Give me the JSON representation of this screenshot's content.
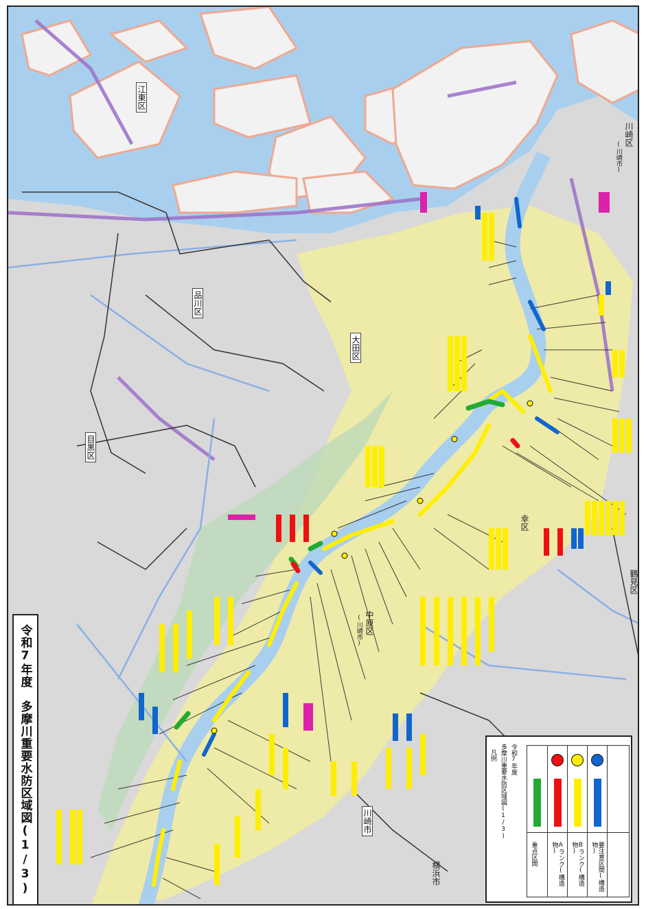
{
  "title": "令和7年度　多摩川重要水防区域図(1/3)",
  "ward_labels": {
    "koto": "江東区",
    "shinagawa": "品川区",
    "ota": "大田区",
    "meguro": "目黒区",
    "kawasaki_ward": "川崎区",
    "kawasaki_city_note": "(川崎市)",
    "saiwai": "幸区",
    "nakahara": "中原区",
    "takatsu_note": "(川崎市)",
    "kawasaki_city": "川崎市",
    "yokohama_city": "横浜市",
    "tsurumi": "鶴見区"
  },
  "legend": {
    "heading_line1": "令和7年度",
    "heading_line2": "多摩川重要水防区域図(1/3)",
    "heading_line3": "凡例",
    "rows": [
      {
        "label": "重点区間",
        "sub": "",
        "color": "#22aa33",
        "dot": false
      },
      {
        "label": "Aランク",
        "sub": "(構造物)",
        "color": "#ee1111",
        "dot": true
      },
      {
        "label": "Bランク",
        "sub": "(構造物)",
        "color": "#ffee00",
        "dot": true
      },
      {
        "label": "要注意区間",
        "sub": "(構造物)",
        "color": "#1166cc",
        "dot": true
      }
    ]
  },
  "colors": {
    "water": "#a9cfee",
    "reclaimed_land": "#f2f2f2",
    "land": "#d9d9d9",
    "coast_outline": "#f0a890",
    "flood_zone": "#f1ec9f",
    "green_zone": "#bcd9b8",
    "rail_purple": "#9b6fc8",
    "road_blue": "#8ab0e6",
    "boundary": "#333333",
    "rank_a": "#ee1111",
    "rank_b": "#ffee00",
    "caution": "#1166cc",
    "priority": "#22aa33",
    "magenta": "#dd22aa"
  }
}
